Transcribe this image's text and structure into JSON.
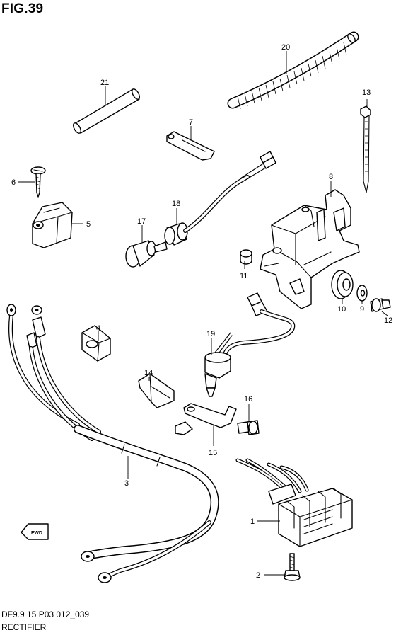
{
  "figure": {
    "title": "FIG.39",
    "code": "DF9.9 15 P03 012_039",
    "caption": "RECTIFIER"
  },
  "fwd_badge": {
    "text": "FWD"
  },
  "callouts": [
    {
      "id": "c1",
      "label": "1"
    },
    {
      "id": "c2",
      "label": "2"
    },
    {
      "id": "c3",
      "label": "3"
    },
    {
      "id": "c4",
      "label": "4"
    },
    {
      "id": "c5",
      "label": "5"
    },
    {
      "id": "c6",
      "label": "6"
    },
    {
      "id": "c7",
      "label": "7"
    },
    {
      "id": "c8",
      "label": "8"
    },
    {
      "id": "c9",
      "label": "9"
    },
    {
      "id": "c10",
      "label": "10"
    },
    {
      "id": "c11",
      "label": "11"
    },
    {
      "id": "c12",
      "label": "12"
    },
    {
      "id": "c13",
      "label": "13"
    },
    {
      "id": "c14",
      "label": "14"
    },
    {
      "id": "c15",
      "label": "15"
    },
    {
      "id": "c16",
      "label": "16"
    },
    {
      "id": "c17",
      "label": "17"
    },
    {
      "id": "c18",
      "label": "18"
    },
    {
      "id": "c19",
      "label": "19"
    },
    {
      "id": "c20",
      "label": "20"
    },
    {
      "id": "c21",
      "label": "21"
    }
  ]
}
